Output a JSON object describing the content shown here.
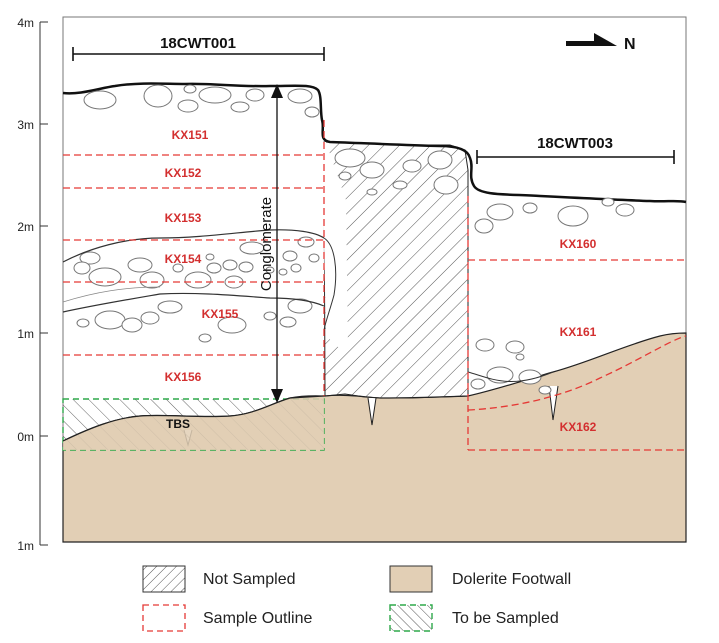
{
  "axis": {
    "ticks": [
      "4m",
      "3m",
      "2m",
      "1m",
      "0m",
      "1m"
    ]
  },
  "orientation": {
    "label": "N"
  },
  "sections": [
    {
      "label": "18CWT001"
    },
    {
      "label": "18CWT003"
    }
  ],
  "samples": [
    "KX151",
    "KX152",
    "KX153",
    "KX154",
    "KX155",
    "KX156",
    "KX160",
    "KX161",
    "KX162"
  ],
  "annotations": {
    "conglomerate": "Conglomerate",
    "tbs": "TBS"
  },
  "legend": [
    {
      "label": "Not Sampled",
      "swatch": "hatch"
    },
    {
      "label": "Dolerite Footwall",
      "swatch": "fill"
    },
    {
      "label": "Sample Outline",
      "swatch": "red-dash"
    },
    {
      "label": "To be Sampled",
      "swatch": "green-hatch"
    }
  ],
  "colors": {
    "footwall": "#e2cfb5",
    "sample_outline": "#e53935",
    "to_be_sampled": "#2ea84a",
    "label_red": "#d32f2f",
    "line": "#1a1a1a"
  }
}
